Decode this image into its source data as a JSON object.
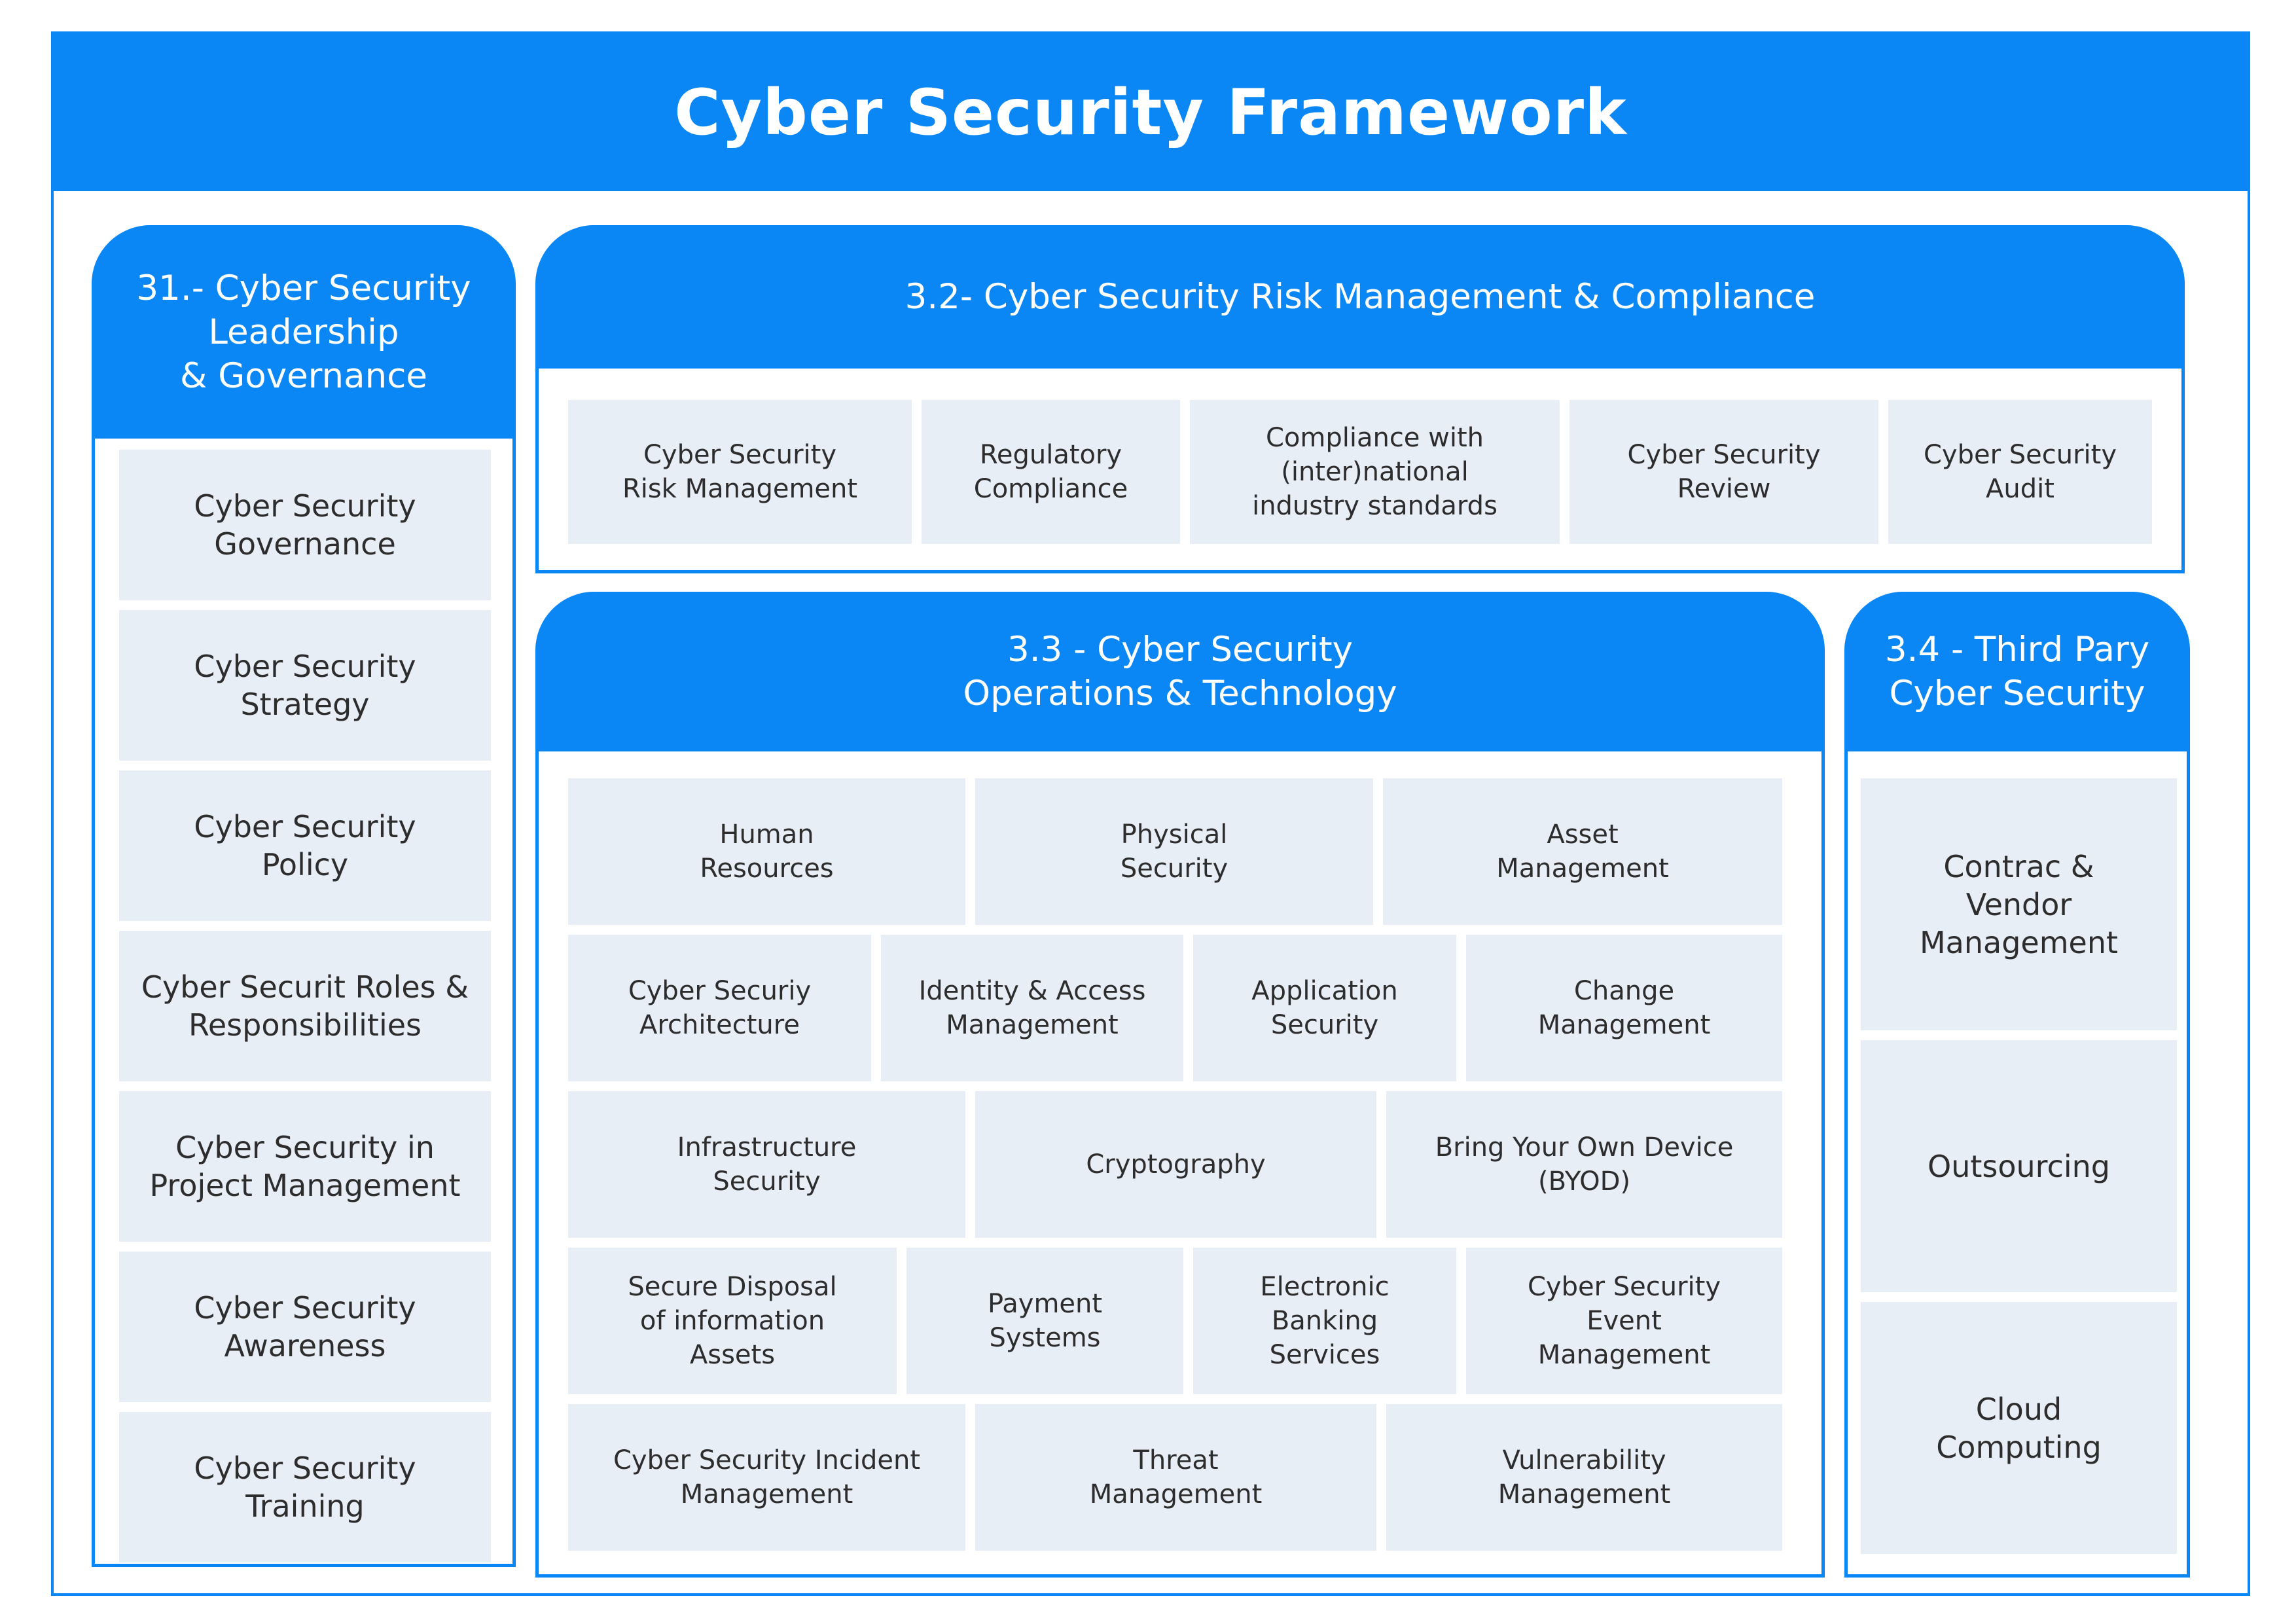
{
  "title": "Cyber Security Framework",
  "sections": {
    "leadership": {
      "title": "31.- Cyber Security\nLeadership\n& Governance",
      "items": [
        "Cyber Security\nGovernance",
        "Cyber Security\nStrategy",
        "Cyber Security\nPolicy",
        "Cyber Securit Roles &\nResponsibilities",
        "Cyber Security in\nProject Management",
        "Cyber Security\nAwareness",
        "Cyber Security\nTraining"
      ]
    },
    "risk": {
      "title": "3.2- Cyber Security Risk Management & Compliance",
      "items": [
        "Cyber Security\nRisk Management",
        "Regulatory\nCompliance",
        "Compliance with\n(inter)national\nindustry standards",
        "Cyber Security\nReview",
        "Cyber Security\nAudit"
      ]
    },
    "operations": {
      "title": "3.3 - Cyber Security\nOperations & Technology",
      "rows": [
        [
          "Human\nResources",
          "Physical\nSecurity",
          "Asset\nManagement"
        ],
        [
          "Cyber Securiy\nArchitecture",
          "Identity & Access\nManagement",
          "Application\nSecurity",
          "Change\nManagement"
        ],
        [
          "Infrastructure\nSecurity",
          "Cryptography",
          "Bring Your Own Device\n(BYOD)"
        ],
        [
          "Secure Disposal\nof information\nAssets",
          "Payment\nSystems",
          "Electronic\nBanking\nServices",
          "Cyber Security\nEvent\nManagement"
        ],
        [
          "Cyber Security Incident\nManagement",
          "Threat\nManagement",
          "Vulnerability\nManagement"
        ]
      ]
    },
    "third_party": {
      "title": "3.4 - Third Pary\nCyber Security",
      "items": [
        "Contrac &\nVendor\nManagement",
        "Outsourcing",
        "Cloud\nComputing"
      ]
    }
  }
}
